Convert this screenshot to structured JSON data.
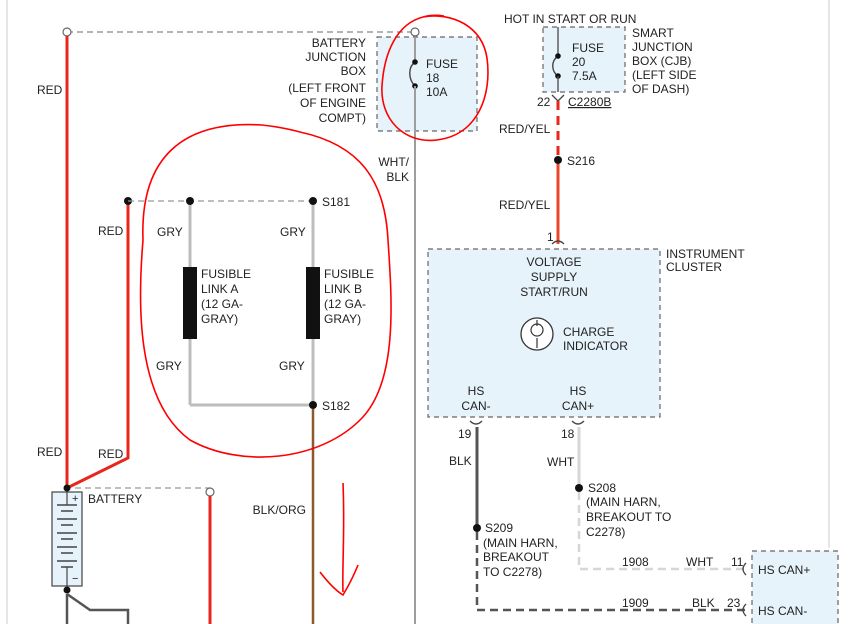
{
  "colors": {
    "red_wire": "#e8261d",
    "red_yel_wire": "#e8472a",
    "gray_wire": "#bdbdbd",
    "blk_wire": "#555555",
    "blk_org_wire": "#8a5a2b",
    "wht_wire": "#d6d6d6",
    "wht_blk_wire": "#9e9e9e",
    "component_fill": "#e6f3fa",
    "dashed_border": "#666666",
    "annotation": "#ff0000"
  },
  "wires": {
    "red_top": "RED",
    "red_left_mid": "RED",
    "red_batt_left": "RED",
    "red_batt_right": "RED",
    "wht_blk": [
      "WHT/",
      "BLK"
    ],
    "red_yel_upper": "RED/YEL",
    "red_yel_lower": "RED/YEL",
    "gry_a_top": "GRY",
    "gry_b_top": "GRY",
    "gry_a_bottom": "GRY",
    "gry_b_bottom": "GRY",
    "blk_org": "BLK/ORG",
    "blk": "BLK",
    "wht": "WHT",
    "circuit_1908": "1908",
    "circuit_1909": "1909",
    "wht_right": "WHT",
    "blk_right": "BLK"
  },
  "splices": {
    "s181": "S181",
    "s182": "S182",
    "s216": "S216",
    "s208": [
      "S208",
      "(MAIN HARN,",
      "BREAKOUT TO",
      "C2278)"
    ],
    "s209": [
      "S209",
      "(MAIN HARN,",
      "BREAKOUT",
      "TO C2278)"
    ]
  },
  "battery_junction_box": {
    "label": [
      "BATTERY",
      "JUNCTION",
      "BOX",
      "(LEFT FRONT",
      "OF ENGINE",
      "COMPT)"
    ],
    "fuse": [
      "FUSE",
      "18",
      "10A"
    ]
  },
  "smart_junction_box": {
    "header": "HOT IN START OR RUN",
    "label": [
      "SMART",
      "JUNCTION",
      "BOX (CJB)",
      "(LEFT SIDE",
      "OF DASH)"
    ],
    "fuse": [
      "FUSE",
      "20",
      "7.5A"
    ],
    "pin": "22",
    "connector": "C2280B"
  },
  "fusible_links": {
    "a": [
      "FUSIBLE",
      "LINK A",
      "(12 GA-",
      "GRAY)"
    ],
    "b": [
      "FUSIBLE",
      "LINK B",
      "(12 GA-",
      "GRAY)"
    ]
  },
  "instrument_cluster": {
    "label": [
      "INSTRUMENT",
      "CLUSTER"
    ],
    "pin_in": "1",
    "supply": [
      "VOLTAGE",
      "SUPPLY",
      "START/RUN"
    ],
    "indicator": [
      "CHARGE",
      "INDICATOR"
    ],
    "can_minus": [
      "HS",
      "CAN-"
    ],
    "can_plus": [
      "HS",
      "CAN+"
    ],
    "pin_minus": "19",
    "pin_plus": "18"
  },
  "battery": {
    "label": "BATTERY",
    "plus": "+",
    "minus": "−"
  },
  "bottom_module": {
    "pin_11": "11",
    "pin_23": "23",
    "can_plus": "HS CAN+",
    "can_minus": "HS CAN-"
  }
}
